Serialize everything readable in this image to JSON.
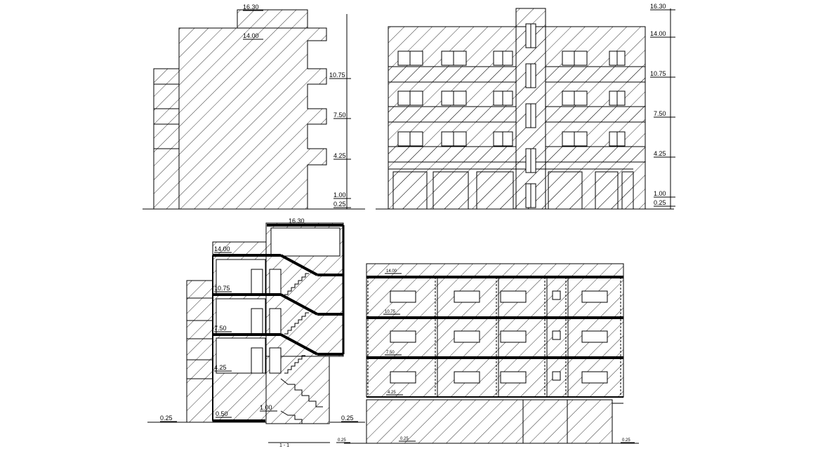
{
  "elevations": {
    "side_elevation": {
      "level_marks": [
        "16.30",
        "14.00",
        "10.75",
        "7.50",
        "4.25",
        "1.00",
        "0.25"
      ]
    },
    "front_elevation": {
      "level_marks": [
        "16.30",
        "14.00",
        "10.75",
        "7.50",
        "4.25",
        "1.00",
        "0.25"
      ]
    }
  },
  "sections": {
    "section_1_1": {
      "level_marks": [
        "16.30",
        "14.00",
        "10.75",
        "7.50",
        "4.25",
        "1.00",
        "0.50",
        "0.25",
        "0.25"
      ],
      "title": "1 - 1"
    },
    "section_long": {
      "level_marks": [
        "14.00",
        "10.75",
        "7.50",
        "4.25",
        "0.25",
        "0.25",
        "0.25"
      ]
    }
  }
}
